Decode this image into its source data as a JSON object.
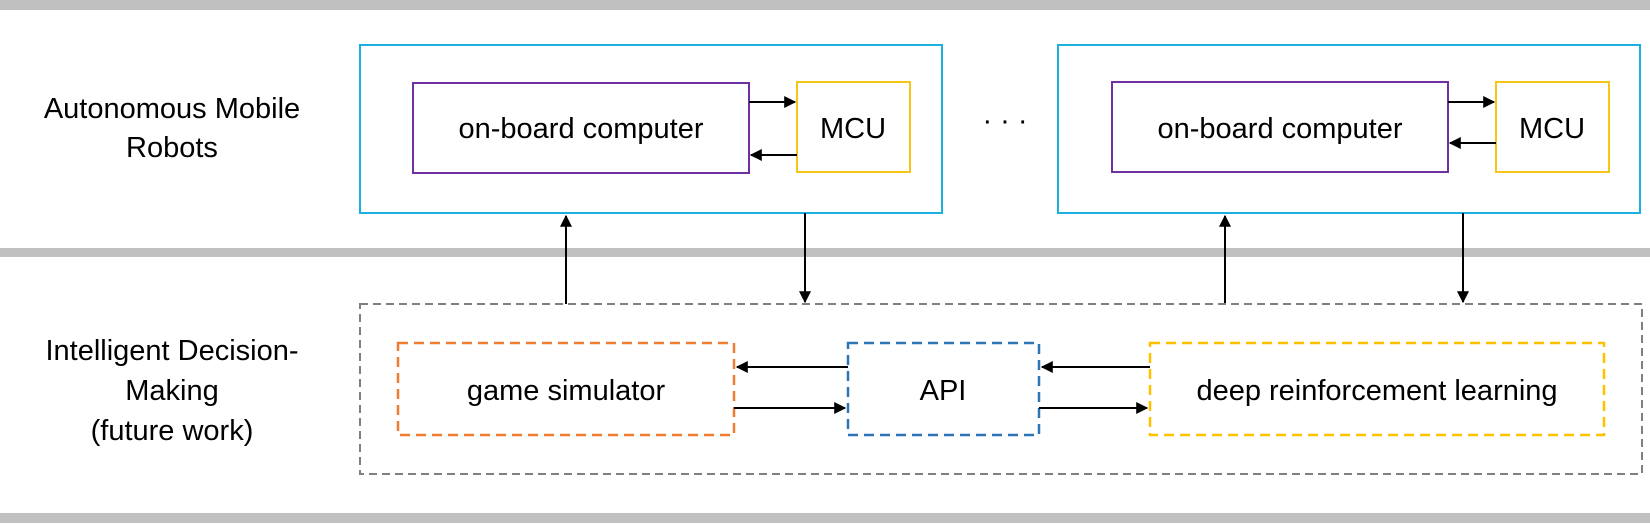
{
  "layers": {
    "top_label_line1": "Autonomous Mobile",
    "top_label_line2": "Robots",
    "bottom_label_line1": "Intelligent Decision-",
    "bottom_label_line2": "Making",
    "bottom_label_line3": "(future work)"
  },
  "robots": [
    {
      "computer": "on-board computer",
      "mcu": "MCU"
    },
    {
      "computer": "on-board computer",
      "mcu": "MCU"
    }
  ],
  "ellipsis": "· · ·",
  "decision": {
    "simulator": "game simulator",
    "api": "API",
    "drl": "deep reinforcement learning"
  },
  "colors": {
    "separator": "#c0c0c0",
    "robot_box": "#1cb0e0",
    "computer_box": "#7030a0",
    "mcu_box": "#f5c518",
    "dashed_container": "#808080",
    "simulator_box": "#ed7d31",
    "api_box": "#2e75b6",
    "drl_box": "#ffc000",
    "arrow": "#000000"
  }
}
